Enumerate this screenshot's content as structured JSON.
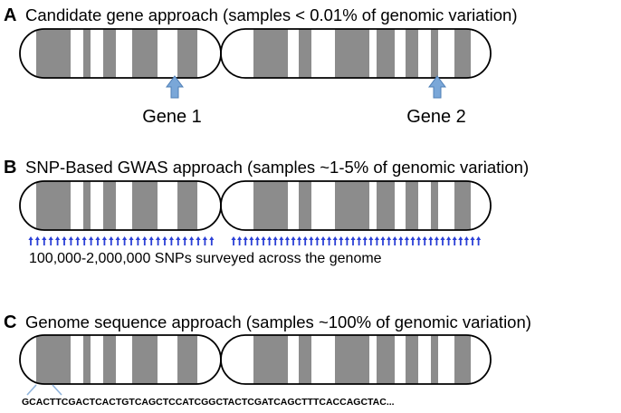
{
  "panels": [
    {
      "id": "a",
      "letter": "A",
      "title": "Candidate gene approach (samples < 0.01% of genomic variation)",
      "genes": [
        "Gene 1",
        "Gene 2"
      ]
    },
    {
      "id": "b",
      "letter": "B",
      "title": "SNP-Based GWAS approach (samples ~1-5% of genomic variation)",
      "caption": "100,000-2,000,000 SNPs surveyed across the genome"
    },
    {
      "id": "c",
      "letter": "C",
      "title": "Genome sequence approach (samples ~100% of genomic variation)",
      "sequence": "GCACTTCGACTCACTGTCAGCTCCATCGGCTACTCGATCAGCTTTCACCAGCTAC..."
    }
  ],
  "colors": {
    "band": "#8c8c8c",
    "outline": "#000000",
    "arrow": "#7aa7d8",
    "snp_marker": "#2a3fd6",
    "bracket": "#8fb4dc"
  }
}
